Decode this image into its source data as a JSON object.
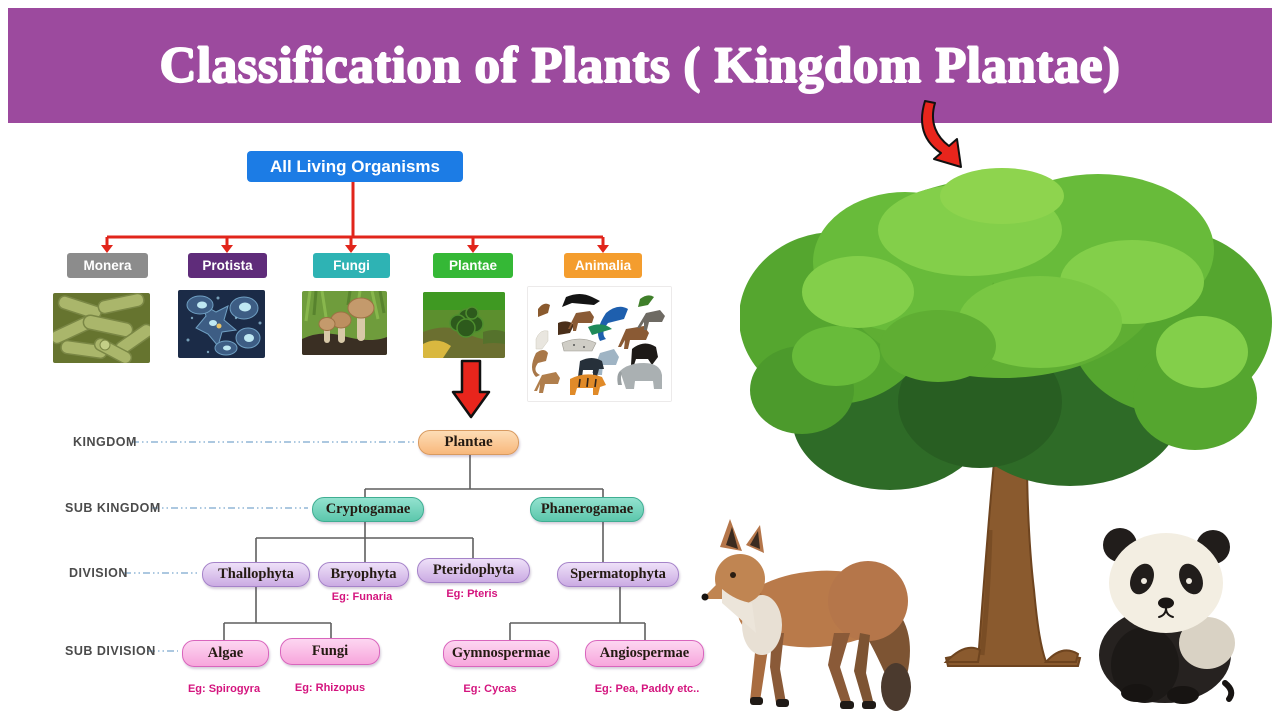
{
  "header": {
    "title": "Classification of Plants ( Kingdom Plantae)",
    "background_color": "#9c4a9e",
    "title_color": "#ffffff"
  },
  "flowchart": {
    "root_label": "All Living Organisms",
    "root_color": "#1c7ce5",
    "arrow_color": "#e1251b",
    "kingdoms": [
      {
        "label": "Monera",
        "color": "#8c8c8c",
        "thumbnail": "bacteria-micrograph"
      },
      {
        "label": "Protista",
        "color": "#5f2c7a",
        "thumbnail": "protozoa-micrograph"
      },
      {
        "label": "Fungi",
        "color": "#2eb3b4",
        "thumbnail": "mushrooms-photo"
      },
      {
        "label": "Plantae",
        "color": "#35b836",
        "thumbnail": "green-plants-photo"
      },
      {
        "label": "Animalia",
        "color": "#f49d2e",
        "thumbnail": "animals-collage"
      }
    ]
  },
  "taxonomy": {
    "levels": [
      {
        "label": "KINGDOM"
      },
      {
        "label": "SUB KINGDOM"
      },
      {
        "label": "DIVISION"
      },
      {
        "label": "SUB DIVISION"
      }
    ],
    "kingdom": {
      "label": "Plantae",
      "color": "#f8bb82"
    },
    "sub_kingdoms": [
      {
        "label": "Cryptogamae",
        "color": "#6fd4ba"
      },
      {
        "label": "Phanerogamae",
        "color": "#6fd4ba"
      }
    ],
    "divisions": [
      {
        "label": "Thallophyta",
        "example": ""
      },
      {
        "label": "Bryophyta",
        "example": "Eg: Funaria"
      },
      {
        "label": "Pteridophyta",
        "example": "Eg: Pteris"
      },
      {
        "label": "Spermatophyta",
        "example": ""
      }
    ],
    "sub_divisions": [
      {
        "label": "Algae",
        "example": "Eg: Spirogyra"
      },
      {
        "label": "Fungi",
        "example": "Eg: Rhizopus"
      },
      {
        "label": "Gymnospermae",
        "example": "Eg: Cycas"
      },
      {
        "label": "Angiospermae",
        "example": "Eg: Pea, Paddy etc.."
      }
    ],
    "division_color": "#d3b4e8",
    "sub_division_color": "#f9b9e5",
    "example_color": "#d4147e",
    "connector_color": "#5f5f5f",
    "dash_line_color": "#90b6d6"
  },
  "illustrations": {
    "tree": "cartoon-tree",
    "fox": "fox-photo",
    "panda": "panda-cub-photo",
    "curved_arrow": "red-curved-arrow",
    "down_arrow": "red-down-arrow"
  }
}
